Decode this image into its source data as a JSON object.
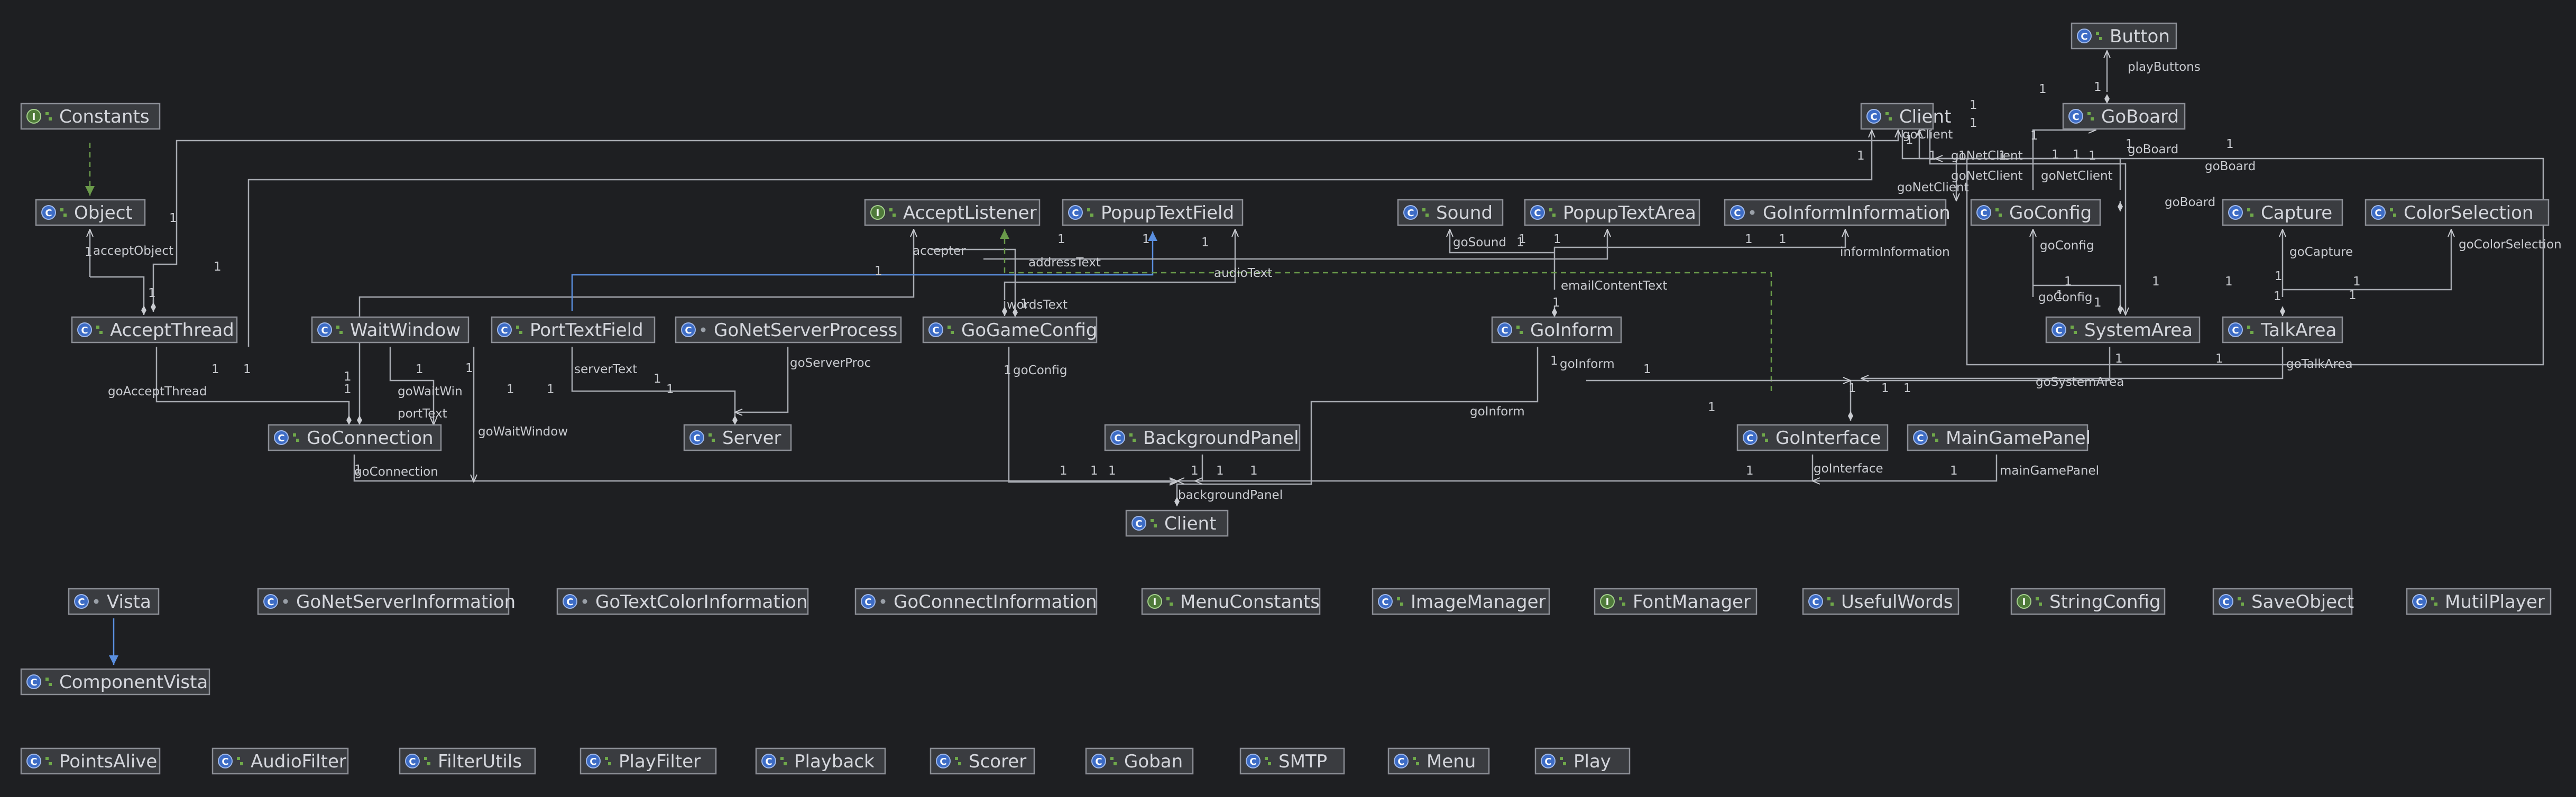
{
  "nodes": [
    {
      "id": "button",
      "label": "Button",
      "kind": "class",
      "vis": "public"
    },
    {
      "id": "constants",
      "label": "Constants",
      "kind": "interface",
      "vis": "public"
    },
    {
      "id": "client_top",
      "label": "Client",
      "kind": "class",
      "vis": "public"
    },
    {
      "id": "goboard",
      "label": "GoBoard",
      "kind": "class",
      "vis": "public"
    },
    {
      "id": "object",
      "label": "Object",
      "kind": "class",
      "vis": "public"
    },
    {
      "id": "acceptlistener",
      "label": "AcceptListener",
      "kind": "interface",
      "vis": "public"
    },
    {
      "id": "popuptextfield",
      "label": "PopupTextField",
      "kind": "class",
      "vis": "public"
    },
    {
      "id": "sound",
      "label": "Sound",
      "kind": "class",
      "vis": "public"
    },
    {
      "id": "popuptextarea",
      "label": "PopupTextArea",
      "kind": "class",
      "vis": "public"
    },
    {
      "id": "goinforminformation",
      "label": "GoInformInformation",
      "kind": "class",
      "vis": "package"
    },
    {
      "id": "goconfig",
      "label": "GoConfig",
      "kind": "class",
      "vis": "public"
    },
    {
      "id": "capture",
      "label": "Capture",
      "kind": "class",
      "vis": "public"
    },
    {
      "id": "colorselection",
      "label": "ColorSelection",
      "kind": "class",
      "vis": "public"
    },
    {
      "id": "acceptthread",
      "label": "AcceptThread",
      "kind": "class",
      "vis": "public"
    },
    {
      "id": "waitwindow",
      "label": "WaitWindow",
      "kind": "class",
      "vis": "public"
    },
    {
      "id": "porttextfield",
      "label": "PortTextField",
      "kind": "class",
      "vis": "public"
    },
    {
      "id": "gonetserverprocess",
      "label": "GoNetServerProcess",
      "kind": "class",
      "vis": "package"
    },
    {
      "id": "gogameconfig",
      "label": "GoGameConfig",
      "kind": "class",
      "vis": "public"
    },
    {
      "id": "goinform",
      "label": "GoInform",
      "kind": "class",
      "vis": "public"
    },
    {
      "id": "systemarea",
      "label": "SystemArea",
      "kind": "class",
      "vis": "public"
    },
    {
      "id": "talkarea",
      "label": "TalkArea",
      "kind": "class",
      "vis": "public"
    },
    {
      "id": "goconnection",
      "label": "GoConnection",
      "kind": "class",
      "vis": "public"
    },
    {
      "id": "server",
      "label": "Server",
      "kind": "class",
      "vis": "public"
    },
    {
      "id": "backgroundpanel",
      "label": "BackgroundPanel",
      "kind": "class",
      "vis": "public"
    },
    {
      "id": "gointerface",
      "label": "GoInterface",
      "kind": "class",
      "vis": "public"
    },
    {
      "id": "maingamepanel",
      "label": "MainGamePanel",
      "kind": "class",
      "vis": "public"
    },
    {
      "id": "client_main",
      "label": "Client",
      "kind": "class",
      "vis": "public"
    },
    {
      "id": "vista",
      "label": "Vista",
      "kind": "class",
      "vis": "package"
    },
    {
      "id": "componentvista",
      "label": "ComponentVista",
      "kind": "class",
      "vis": "public"
    },
    {
      "id": "gonetserverinformation",
      "label": "GoNetServerInformation",
      "kind": "class",
      "vis": "package"
    },
    {
      "id": "gotextcolorinformation",
      "label": "GoTextColorInformation",
      "kind": "class",
      "vis": "package"
    },
    {
      "id": "goconnectinformation",
      "label": "GoConnectInformation",
      "kind": "class",
      "vis": "package"
    },
    {
      "id": "menuconstants",
      "label": "MenuConstants",
      "kind": "interface",
      "vis": "public"
    },
    {
      "id": "imagemanager",
      "label": "ImageManager",
      "kind": "class",
      "vis": "public"
    },
    {
      "id": "fontmanager",
      "label": "FontManager",
      "kind": "interface",
      "vis": "public"
    },
    {
      "id": "usefulwords",
      "label": "UsefulWords",
      "kind": "class",
      "vis": "public"
    },
    {
      "id": "stringconfig",
      "label": "StringConfig",
      "kind": "interface",
      "vis": "public"
    },
    {
      "id": "saveobject",
      "label": "SaveObject",
      "kind": "class",
      "vis": "public"
    },
    {
      "id": "mutilplayer",
      "label": "MutilPlayer",
      "kind": "class",
      "vis": "public"
    },
    {
      "id": "pointsalive",
      "label": "PointsAlive",
      "kind": "class",
      "vis": "public"
    },
    {
      "id": "audiofilter",
      "label": "AudioFilter",
      "kind": "class",
      "vis": "public"
    },
    {
      "id": "filterutils",
      "label": "FilterUtils",
      "kind": "class",
      "vis": "public"
    },
    {
      "id": "playfilter",
      "label": "PlayFilter",
      "kind": "class",
      "vis": "public"
    },
    {
      "id": "playback",
      "label": "Playback",
      "kind": "class",
      "vis": "public"
    },
    {
      "id": "scorer",
      "label": "Scorer",
      "kind": "class",
      "vis": "public"
    },
    {
      "id": "goban",
      "label": "Goban",
      "kind": "class",
      "vis": "public"
    },
    {
      "id": "smtp",
      "label": "SMTP",
      "kind": "class",
      "vis": "public"
    },
    {
      "id": "menu",
      "label": "Menu",
      "kind": "class",
      "vis": "public"
    },
    {
      "id": "play",
      "label": "Play",
      "kind": "class",
      "vis": "public"
    }
  ],
  "edge_labels": [
    "playButtons",
    "goClient",
    "goNetClient",
    "goNetClient",
    "goNetClient",
    "goBoard",
    "goBoard",
    "goBoard",
    "goNetClient",
    "acceptObject",
    "accepter",
    "addressText",
    "audioText",
    "wordsText",
    "goSound",
    "emailContentText",
    "informInformation",
    "goConfig",
    "goCapture",
    "goColorSelection",
    "goConfig",
    "goAcceptThread",
    "goWaitWin",
    "portText",
    "serverText",
    "goServerProc",
    "goWaitWindow",
    "goConfig",
    "goInform",
    "goInform",
    "goTalkArea",
    "goSystemArea",
    "goConnection",
    "backgroundPanel",
    "goInterface",
    "mainGamePanel"
  ],
  "multiplicity": "1",
  "icon_letters": {
    "class": "C",
    "interface": "I"
  },
  "colors": {
    "background": "#1e1f22",
    "node_fill": "#3a3c40",
    "node_border": "#8b8e95",
    "edge": "#a8abb2",
    "realization": "#6a9a4a",
    "generalization": "#5a8fe0",
    "class_icon": "#3d6cc5",
    "interface_icon": "#4f7a3a"
  }
}
